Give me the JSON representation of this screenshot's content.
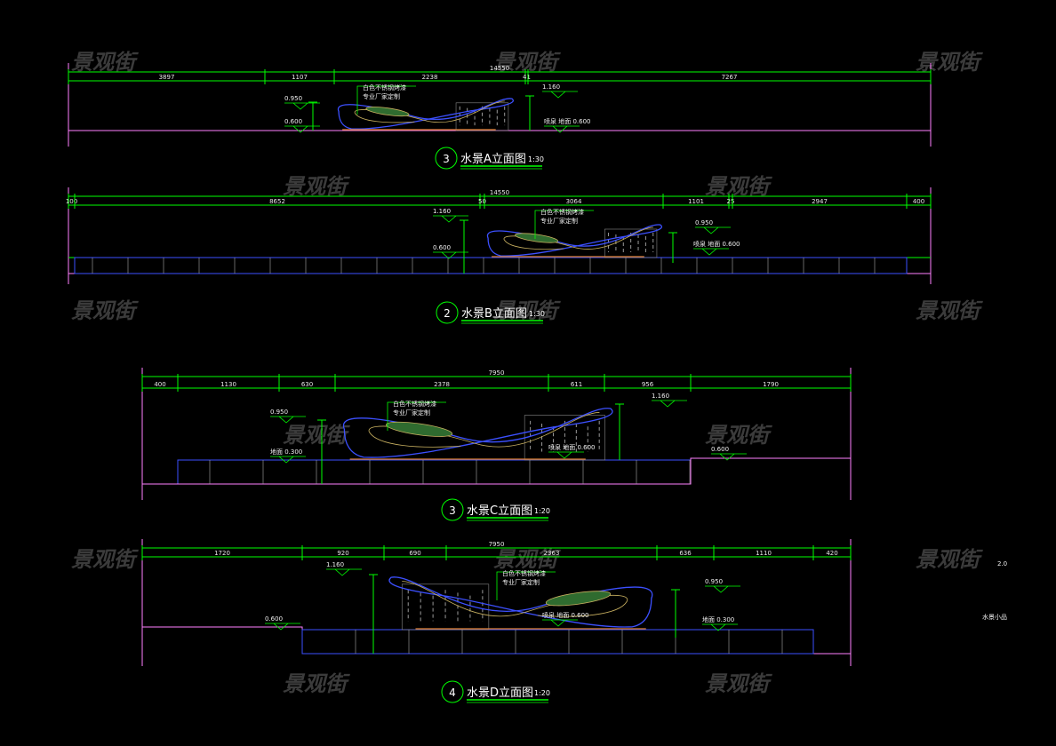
{
  "watermark": "景观街",
  "colors": {
    "dimension": "#00ff00",
    "ground": "#ff80ff",
    "base": "#3c50ff",
    "outline": "#3c50ff",
    "inner": "#c8b060",
    "accent": "#e08030",
    "background": "#000000"
  },
  "views": [
    {
      "number": "3",
      "title": "水景A立面图",
      "scale": "1:30",
      "total": "14550",
      "dims": [
        "3897",
        "1107",
        "2238",
        "41",
        "7267"
      ],
      "notes": [
        "白色不锈钢烤漆",
        "专业厂家定制"
      ],
      "levels": [
        "0.950",
        "0.600",
        "1.160",
        "喷泉 地面 0.600"
      ]
    },
    {
      "number": "2",
      "title": "水景B立面图",
      "scale": "1:30",
      "total": "14550",
      "dims": [
        "100",
        "8652",
        "50",
        "3064",
        "1101",
        "25",
        "2947",
        "400"
      ],
      "notes": [
        "白色不锈钢烤漆",
        "专业厂家定制"
      ],
      "levels": [
        "1.160",
        "0.600",
        "0.950",
        "喷泉 地面 0.600"
      ]
    },
    {
      "number": "3",
      "title": "水景C立面图",
      "scale": "1:20",
      "total": "7950",
      "dims": [
        "400",
        "1130",
        "630",
        "2378",
        "611",
        "956",
        "1790"
      ],
      "notes": [
        "白色不锈钢烤漆",
        "专业厂家定制"
      ],
      "levels": [
        "0.950",
        "地面 0.300",
        "1.160",
        "喷泉 地面 0.600",
        "0.600"
      ]
    },
    {
      "number": "4",
      "title": "水景D立面图",
      "scale": "1:20",
      "total": "7950",
      "dims": [
        "1720",
        "920",
        "690",
        "2363",
        "636",
        "1110",
        "420"
      ],
      "notes": [
        "白色不锈钢烤漆",
        "专业厂家定制"
      ],
      "levels": [
        "1.160",
        "0.600",
        "0.950",
        "喷泉 地面 0.600",
        "地面 0.300"
      ]
    }
  ],
  "side_notes": [
    "2.0",
    "水景小品"
  ]
}
